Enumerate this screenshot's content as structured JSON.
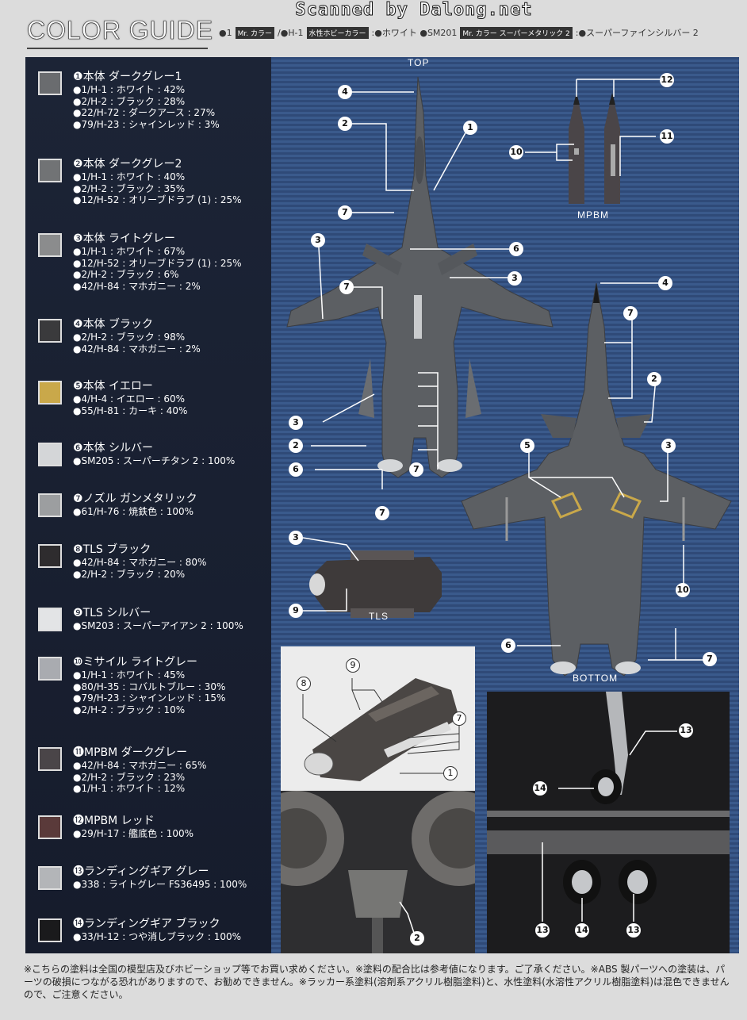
{
  "watermark": "Scanned by Dalong.net",
  "header": {
    "title": "COLOR GUIDE",
    "legend": [
      {
        "text": "●1"
      },
      {
        "tag": "Mr. カラー"
      },
      {
        "text": "/●H-1"
      },
      {
        "tag": "水性ホビーカラー"
      },
      {
        "text": ":●ホワイト ●SM201"
      },
      {
        "tag": "Mr. カラー スーパーメタリック 2"
      },
      {
        "text": ":●スーパーファインシルバー 2"
      }
    ]
  },
  "colors": [
    {
      "num": "❶",
      "name": "本体 ダークグレー1",
      "swatch": "#6a6c6f",
      "lines": [
        "●1/H-1 : ホワイト : 42%",
        "●2/H-2 : ブラック : 28%",
        "●22/H-72 : ダークアース : 27%",
        "●79/H-23 : シャインレッド : 3%"
      ]
    },
    {
      "num": "❷",
      "name": "本体 ダークグレー2",
      "swatch": "#717375",
      "lines": [
        "●1/H-1 : ホワイト : 40%",
        "●2/H-2 : ブラック : 35%",
        "●12/H-52 : オリーブドラブ (1) : 25%"
      ]
    },
    {
      "num": "❸",
      "name": "本体 ライトグレー",
      "swatch": "#8b8c8d",
      "lines": [
        "●1/H-1 : ホワイト : 67%",
        "●12/H-52 : オリーブドラブ (1) : 25%",
        "●2/H-2 : ブラック : 6%",
        "●42/H-84 : マホガニー : 2%"
      ]
    },
    {
      "num": "❹",
      "name": "本体 ブラック",
      "swatch": "#3a3a3c",
      "lines": [
        "●2/H-2 : ブラック : 98%",
        "●42/H-84 : マホガニー : 2%"
      ]
    },
    {
      "num": "❺",
      "name": "本体 イエロー",
      "swatch": "#c9a84a",
      "lines": [
        "●4/H-4 : イエロー : 60%",
        "●55/H-81 : カーキ : 40%"
      ]
    },
    {
      "num": "❻",
      "name": "本体 シルバー",
      "swatch": "#d4d6d8",
      "lines": [
        "●SM205 : スーパーチタン 2 : 100%"
      ]
    },
    {
      "num": "❼",
      "name": "ノズル ガンメタリック",
      "swatch": "#9c9ea0",
      "lines": [
        "●61/H-76 : 焼鉄色 : 100%"
      ]
    },
    {
      "num": "❽",
      "name": "TLS ブラック",
      "swatch": "#2e2c2e",
      "lines": [
        "●42/H-84 : マホガニー : 80%",
        "●2/H-2 : ブラック : 20%"
      ]
    },
    {
      "num": "❾",
      "name": "TLS シルバー",
      "swatch": "#e3e4e6",
      "lines": [
        "●SM203 : スーパーアイアン 2 : 100%"
      ]
    },
    {
      "num": "❿",
      "name": "ミサイル ライトグレー",
      "swatch": "#a9abb0",
      "lines": [
        "●1/H-1 : ホワイト : 45%",
        "●80/H-35 : コバルトブルー : 30%",
        "●79/H-23 : シャインレッド : 15%",
        "●2/H-2 : ブラック : 10%"
      ]
    },
    {
      "num": "⓫",
      "name": "MPBM ダークグレー",
      "swatch": "#4a4548",
      "lines": [
        "●42/H-84 : マホガニー : 65%",
        "●2/H-2 : ブラック : 23%",
        "●1/H-1 : ホワイト : 12%"
      ]
    },
    {
      "num": "⓬",
      "name": "MPBM レッド",
      "swatch": "#5a3a3a",
      "lines": [
        "●29/H-17 : 艦底色 : 100%"
      ]
    },
    {
      "num": "⓭",
      "name": "ランディングギア グレー",
      "swatch": "#b3b5b8",
      "lines": [
        "●338 : ライトグレー FS36495 : 100%"
      ]
    },
    {
      "num": "⓮",
      "name": "ランディングギア ブラック",
      "swatch": "#1a1a1c",
      "lines": [
        "●33/H-12 : つや消しブラック : 100%"
      ]
    }
  ],
  "views": {
    "top": "TOP",
    "mpbm": "MPBM",
    "bottom": "BOTTOM",
    "tls": "TLS"
  },
  "footer": "※こちらの塗料は全国の模型店及びホビーショップ等でお買い求めください。※塗料の配合比は参考値になります。ご了承ください。※ABS 製パーツへの塗装は、パーツの破損につながる恐れがありますので、お勧めできません。※ラッカー系塗料(溶剤系アクリル樹脂塗料)と、水性塗料(水溶性アクリル樹脂塗料)は混色できませんので、ご注意ください。"
}
